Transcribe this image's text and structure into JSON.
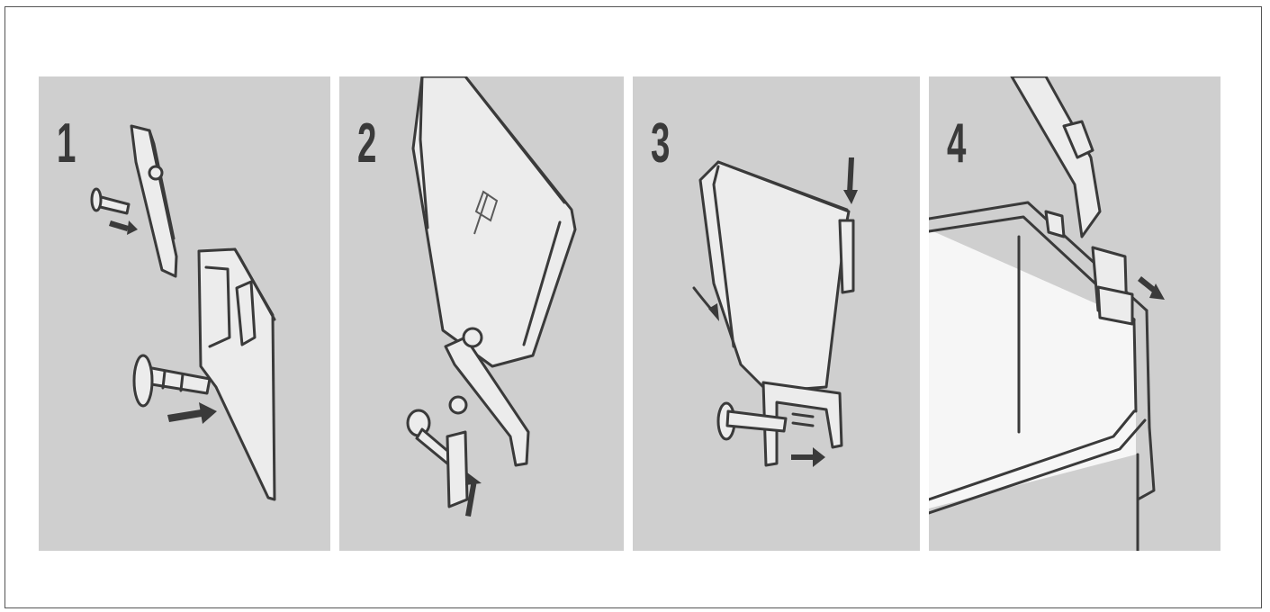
{
  "steps": [
    {
      "number": "1",
      "icon": "bracket-screw-icon"
    },
    {
      "number": "2",
      "icon": "basket-screw-icon"
    },
    {
      "number": "3",
      "icon": "basket-tighten-icon"
    },
    {
      "number": "4",
      "icon": "rail-clamp-icon"
    }
  ],
  "colors": {
    "panel_background": "#cfcfcf",
    "line": "#3a3a3a",
    "fill": "#ececec"
  }
}
